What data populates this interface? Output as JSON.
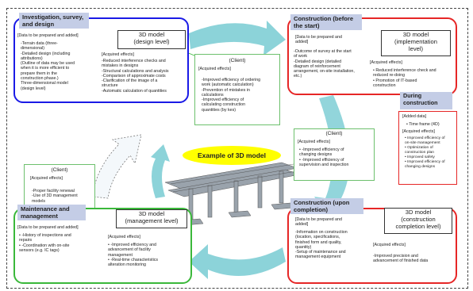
{
  "colors": {
    "blue_border": "#1a1ae6",
    "red_border": "#e62626",
    "green_border": "#3ab83a",
    "title_bg": "#c4cde6",
    "arrow_teal": "#8cd3d9",
    "arrow_red": "#cc2244",
    "ellipse_yellow": "#ffff00"
  },
  "center_label": "Example of 3D model",
  "panels": {
    "tl": {
      "title": "Investigation, survey,\nand design",
      "data_heading": "[Data to be prepared and added]",
      "data_text": "-Terrain data (three-\ndimensional)\n-Detailed design (including\nattributions)\n(Outline of data may be used\nwhen it is more efficient to\nprepare them in the\nconstruction phase.)\nThree-dimensional model\n(design level)",
      "model": "3D model\n(design level)",
      "effects_heading": "[Acquired effects]",
      "effects_text": "-Reduced interference checks and\nmistakes in designs\n-Structural calculations and analysis\n-Comparison of approximate costs\n-Clarification of the image of a\nstructure\n-Automatic calculation of quantities"
    },
    "tr": {
      "title": "Construction (before\nthe start)",
      "data_heading": "[Data to be prepared and\nadded]",
      "data_text": "-Outcome of survey at the start\nof work\n-Detailed design (detailed\ndiagram of reinforcement\narrangement, on-site installation,\netc.)",
      "model": "3D model\n(implementation\nlevel)",
      "effects_heading": "[Acquired effects]",
      "effects_text": "• Reduced interference check and\nreduced re-doing\n• Promotion of IT-based\nconstruction"
    },
    "br": {
      "title": "Construction (upon\ncompletion)",
      "data_heading": "[Data to be prepared and\nadded]",
      "data_text": "-Information on construction\n(location, specifications,\nfinished form and quality,\nquantity)\n-Setup of maintenance and\nmanagement equipment",
      "model": "3D model\n(construction\ncompletion level)",
      "effects_heading": "[Acquired effects]",
      "effects_text": "-Improved precision and\nadvancement of finished data"
    },
    "bl": {
      "title": "Maintenance and\nmanagement",
      "data_heading": "[Data to be prepared and added]",
      "data_text": "• -History of inspections and\nrepairs\n• -Coordination with on-site\nsensors (e.g. IC tags)",
      "model": "3D model\n(management level)",
      "effects_heading": "[Acquired effects]",
      "effects_text": "• -Improved efficiency and\nadvancement of facility\nmanagement\n• -Real-time characteristics\nalteration monitoring"
    }
  },
  "client_boxes": {
    "top": {
      "title": "(Client)",
      "heading": "[Acquired effects]",
      "text": "-Improved efficiency of ordering\nwork (automatic calculation)\n-Prevention of mistakes in\ncalculations\n-Improved efficiency of\ncalculating construction\nquantities (by kes)"
    },
    "right": {
      "title": "(Client)",
      "heading": "[Acquired effects]",
      "text": "• -Improved efficiency of\nchanging designs\n• -Improved efficiency of\nsupervision and inspection"
    },
    "left": {
      "title": "(Client)",
      "heading": "[Acquired effects]",
      "text": "-Proper facility renewal\n-Use of 3D management\nmodels"
    }
  },
  "during": {
    "title": "During\nconstruction",
    "added_heading": "[Added data]",
    "added_text": "• Time frame (4D)",
    "effects_heading": "[Acquired effects]",
    "effects_text": "• Improved efficiency of\non-site management\n• Optimization of\nconstruction plan\n• Improved safety\n• Improved efficiency of\nchanging designs"
  }
}
